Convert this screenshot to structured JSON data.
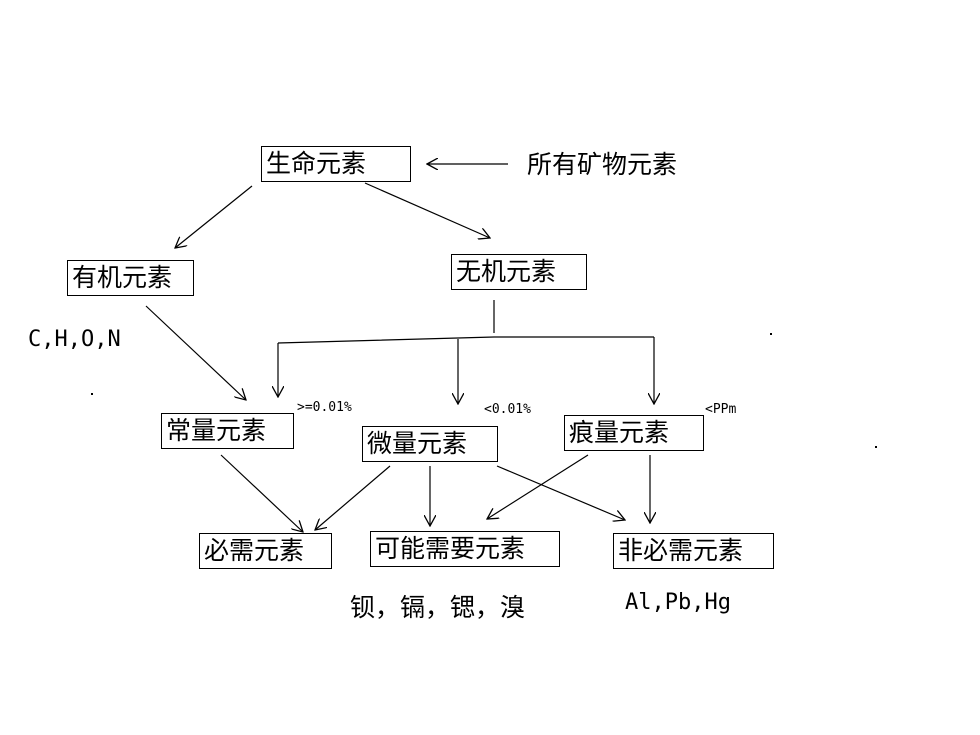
{
  "nodes": {
    "life": "生命元素",
    "source": "所有矿物元素",
    "organic": "有机元素",
    "inorganic": "无机元素",
    "macro": "常量元素",
    "micro": "微量元素",
    "trace": "痕量元素",
    "essential": "必需元素",
    "possibly": "可能需要元素",
    "nonessential": "非必需元素"
  },
  "annotations": {
    "organic_examples": "C,H,O,N",
    "macro_threshold": ">=0.01%",
    "micro_threshold": "<0.01%",
    "trace_threshold": "<PPm",
    "possibly_examples": "钡，镉，锶，溴",
    "nonessential_examples": "Al,Pb,Hg"
  }
}
